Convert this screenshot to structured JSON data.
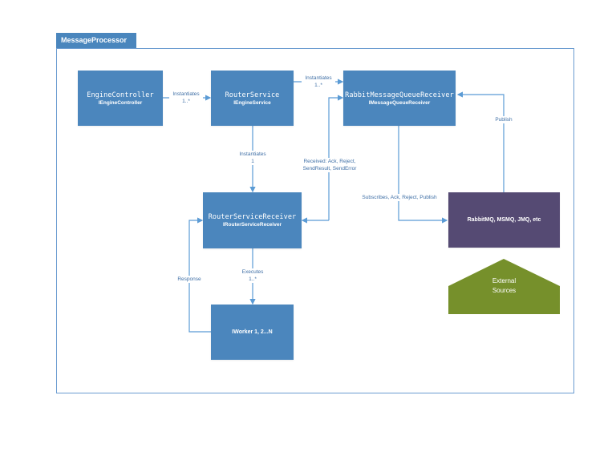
{
  "frame": {
    "title": "MessageProcessor"
  },
  "nodes": {
    "engine_controller": {
      "name": "EngineController",
      "interface": "IEngineController"
    },
    "router_service": {
      "name": "RouterService",
      "interface": "IEngineService"
    },
    "rabbit_receiver": {
      "name": "RabbitMessageQueueReceiver",
      "interface": "IMessageQueueReceiver"
    },
    "router_service_receiver": {
      "name": "RouterServiceReceiver",
      "interface": "IRouterServiceReceiver"
    },
    "worker": {
      "name": "IWorker 1, 2...N"
    },
    "queue_systems": {
      "name": "RabbitMQ, MSMQ, JMQ, etc"
    },
    "external_sources": {
      "line1": "External",
      "line2": "Sources"
    }
  },
  "edges": {
    "ec_to_rs": {
      "label": "Instantiates",
      "multiplicity": "1..*"
    },
    "rs_to_rmq": {
      "label": "Instantiates",
      "multiplicity": "1..*"
    },
    "rs_to_rsr": {
      "label": "Instantiates",
      "multiplicity": "1"
    },
    "rsr_rmq": {
      "line1": "Received: Ack, Reject,",
      "line2": "SendResult, SendError"
    },
    "rmq_to_queue": {
      "label": "Subscribes, Ack, Reject, Publish"
    },
    "queue_to_rmq": {
      "label": "Publish"
    },
    "rsr_to_worker": {
      "label": "Executes",
      "multiplicity": "1..*"
    },
    "worker_to_rsr": {
      "label": "Response"
    }
  },
  "colors": {
    "component": "#4b86bd",
    "queue": "#554a73",
    "external": "#76902b",
    "connector": "#5b9bd5"
  }
}
